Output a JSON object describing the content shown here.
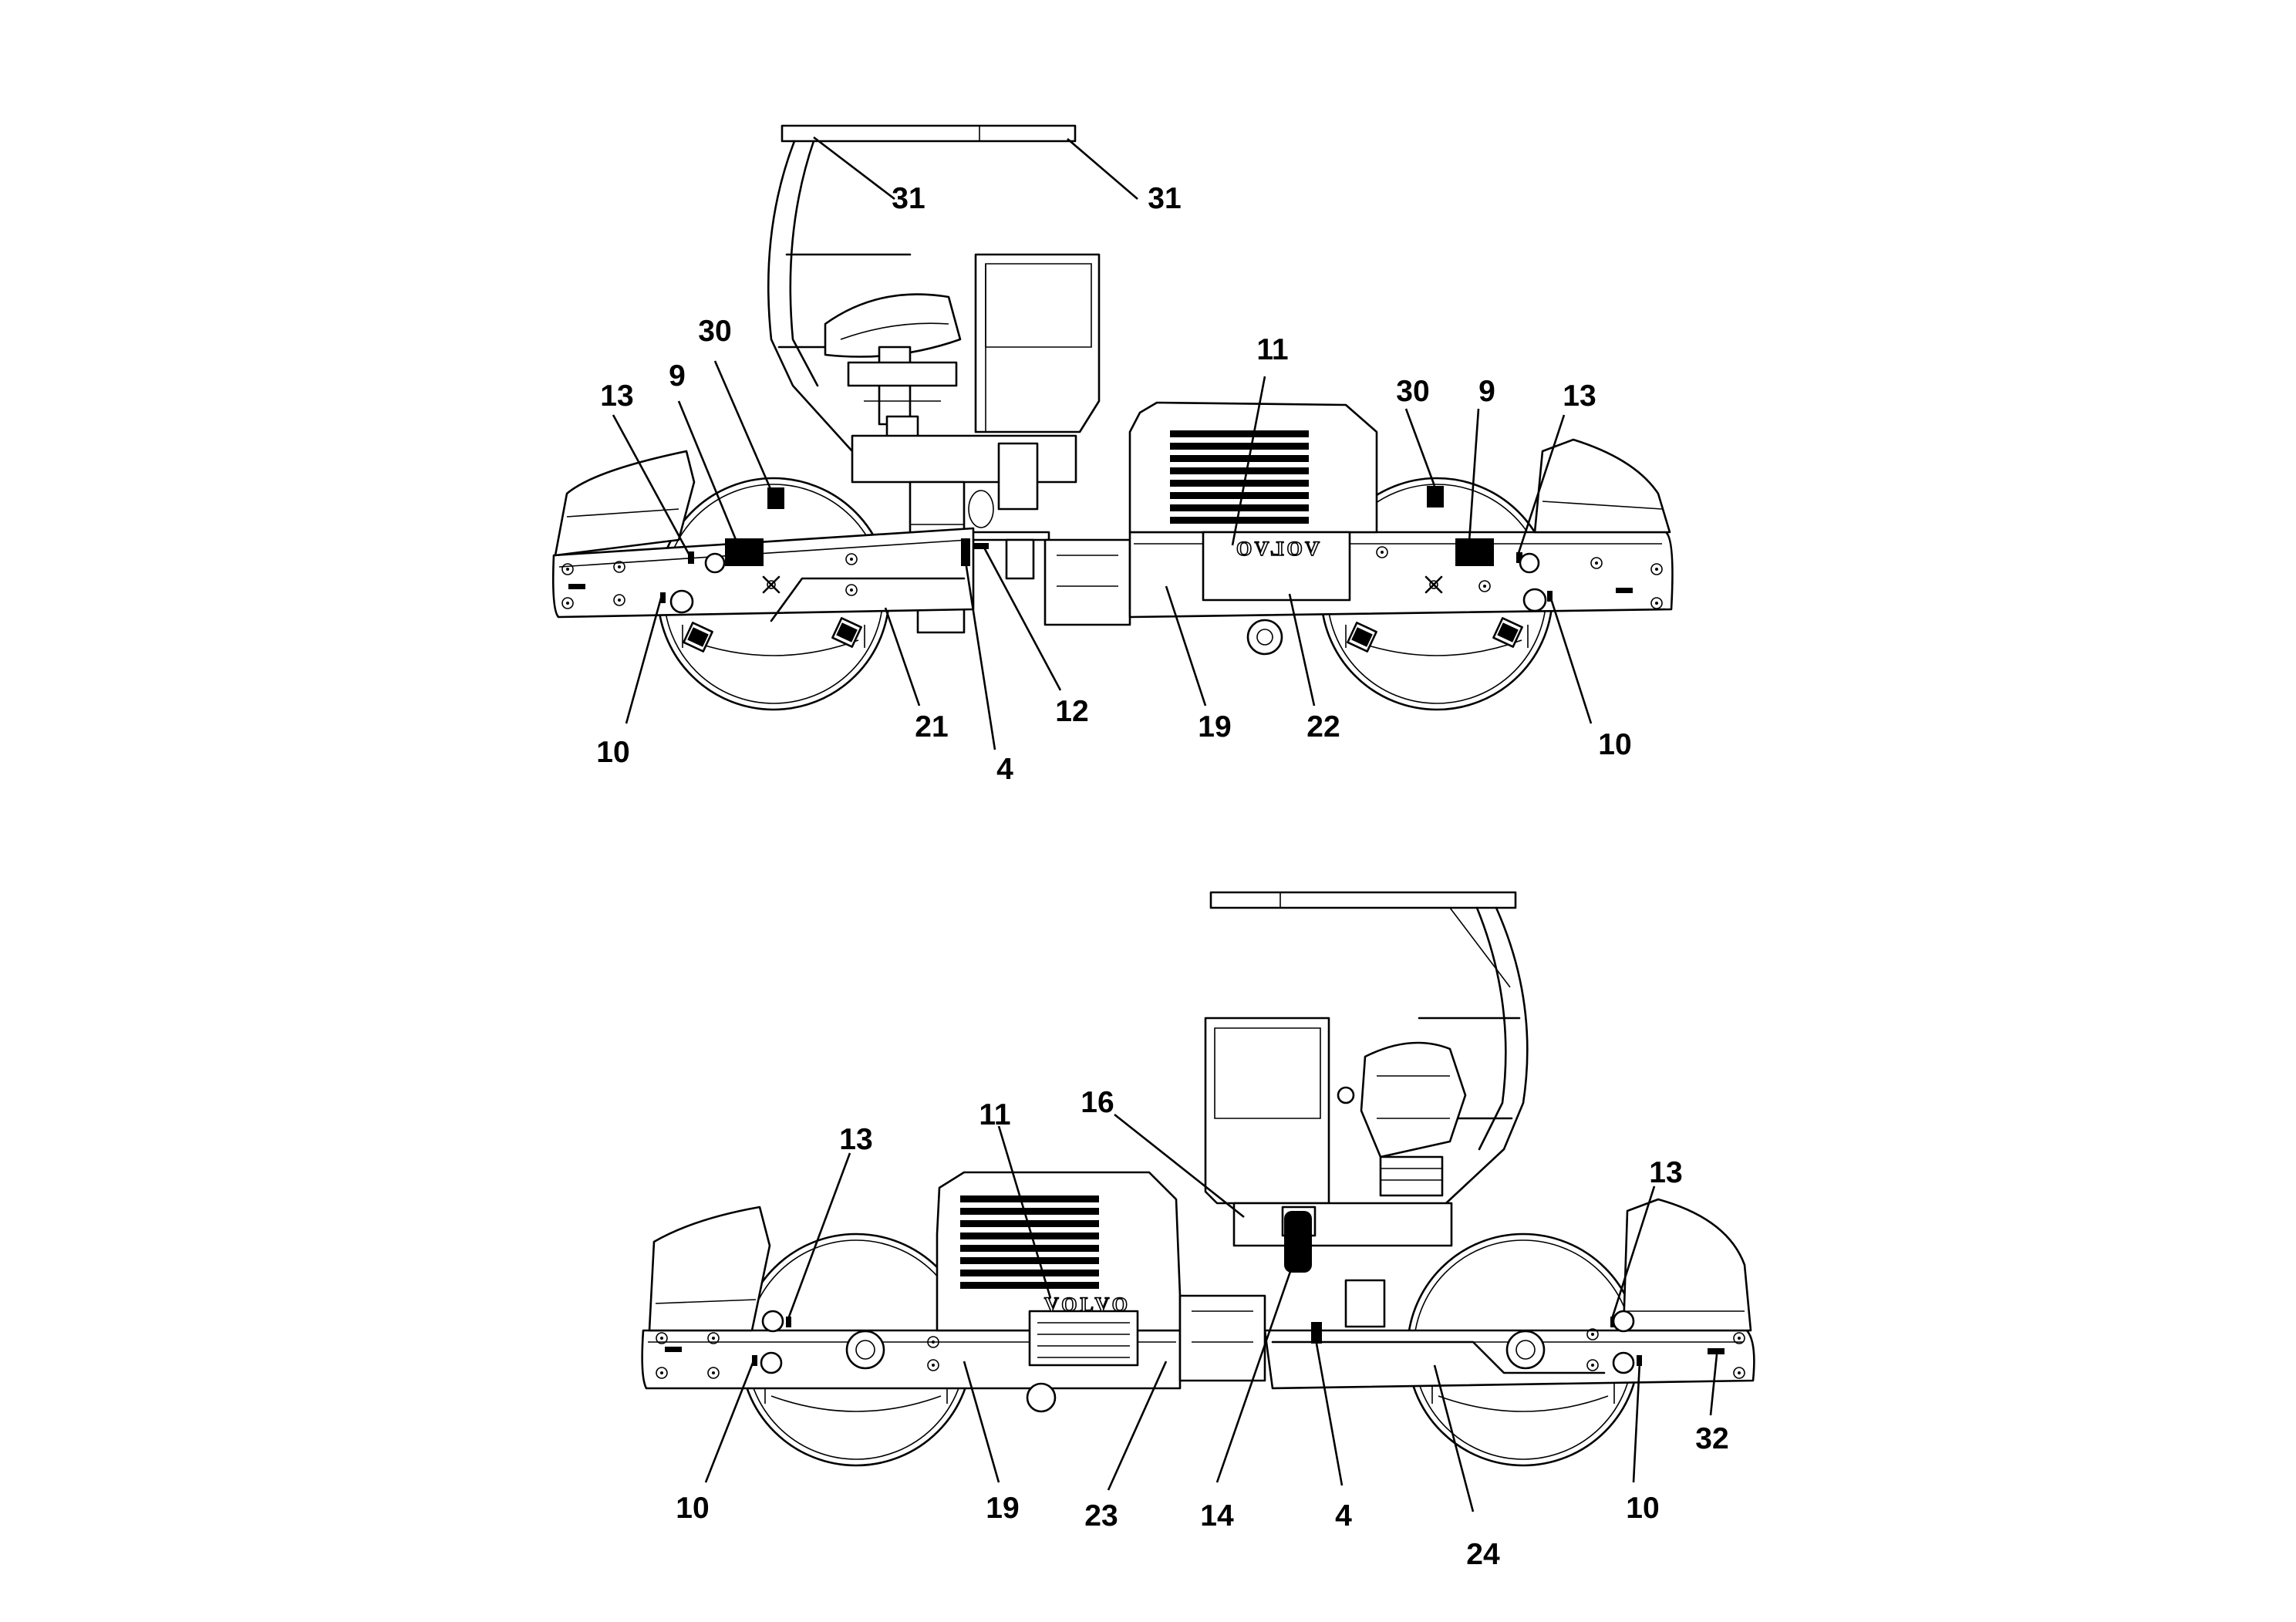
{
  "brand_text": "VOLVO",
  "top_view": {
    "callouts": [
      "31",
      "31",
      "30",
      "9",
      "13",
      "11",
      "30",
      "9",
      "13",
      "10",
      "21",
      "4",
      "12",
      "19",
      "22",
      "10"
    ]
  },
  "bottom_view": {
    "callouts": [
      "16",
      "11",
      "13",
      "13",
      "10",
      "19",
      "23",
      "14",
      "4",
      "24",
      "10",
      "32"
    ]
  },
  "colors": {
    "line": "#000000",
    "background": "#ffffff"
  }
}
